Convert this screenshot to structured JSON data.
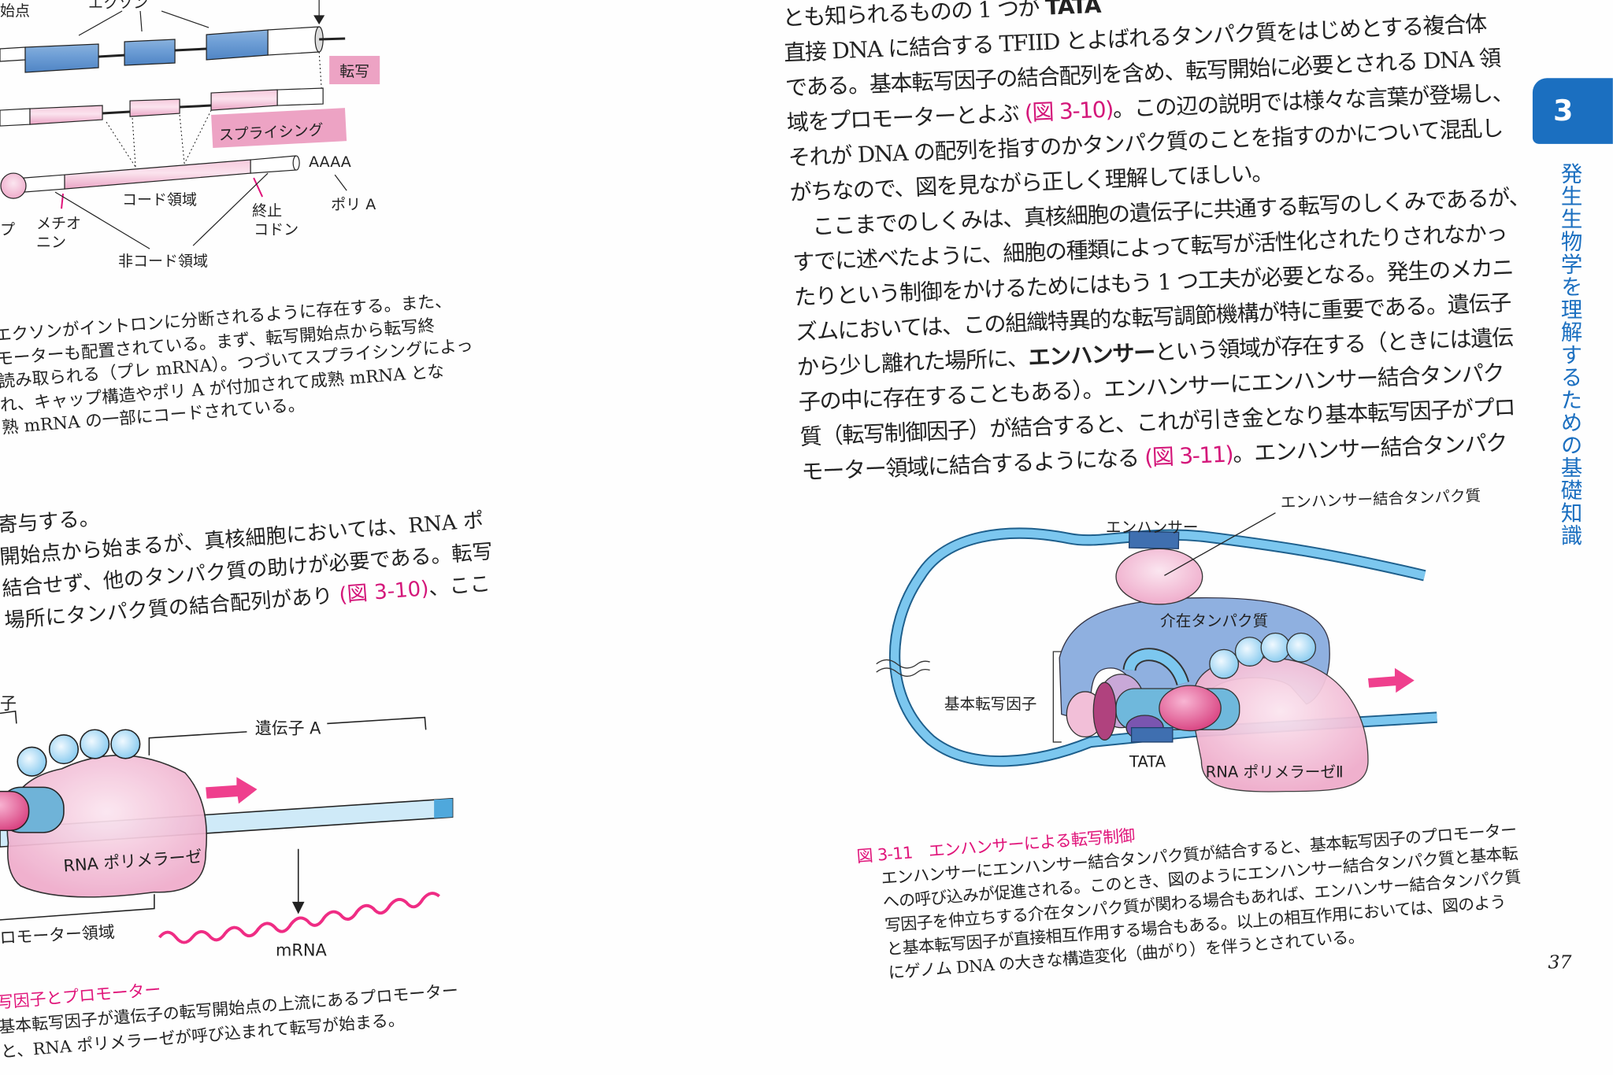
{
  "left_page": {
    "fig_top": {
      "start_label": "始点",
      "exon_label": "エクソン",
      "transcription_tag": "転写",
      "splicing_tag": "スプライシング",
      "polya_seq": "AAAA",
      "polya_label": "ポリ A",
      "coding_label": "コード領域",
      "methionine_label": [
        "メチオ",
        "ニン"
      ],
      "stop_codon_label": [
        "終止",
        "コドン"
      ],
      "noncoding_label": "非コード領域",
      "cap_label": "プ"
    },
    "caption_a": [
      [
        {
          "t": "エクソンがイントロンに分断されるように存在する。また、"
        }
      ],
      [
        {
          "t": "モーターも配置されている。まず、転写開始点から転写終"
        }
      ],
      [
        {
          "t": "読み取られる（プレ mRNA）。つづいてスプライシングによっ"
        }
      ],
      [
        {
          "t": "れ、キャップ構造やポリ A が付加されて成熟 mRNA とな"
        }
      ],
      [
        {
          "t": "熟 mRNA の一部にコードされている。"
        }
      ]
    ],
    "body_b": [
      [
        {
          "t": "寄与する。"
        }
      ],
      [
        {
          "t": "開始点から始まるが、真核細胞においては、RNA ポ"
        }
      ],
      [
        {
          "t": "結合せず、他のタンパク質の助けが必要である。転写"
        }
      ],
      [
        {
          "t": "場所にタンパク質の結合配列があり "
        },
        {
          "t": "(図 3-10)",
          "s": "ref"
        },
        {
          "t": "、ここ"
        }
      ]
    ],
    "fig_3_10": {
      "factor_label": "子",
      "gene_label": "遺伝子 A",
      "polymerase_label": "RNA ポリメラーゼ",
      "promoter_label": "ロモーター領域",
      "mrna_label": "mRNA"
    },
    "caption": {
      "title": "写因子とプロモーター",
      "lines": [
        [
          {
            "t": "基本転写因子が遺伝子の転写開始点の上流にあるプロモーター"
          }
        ],
        [
          {
            "t": "と、RNA ポリメラーゼが呼び込まれて転写が始まる。"
          }
        ]
      ]
    }
  },
  "right_page": {
    "body": [
      [
        {
          "t": "とも知られるものの 1 つが "
        },
        {
          "t": "TATA",
          "s": "bold"
        }
      ],
      [
        {
          "t": "直接 DNA に結合する TFIID とよばれるタンパク質をはじめとする複合体"
        }
      ],
      [
        {
          "t": "である。基本転写因子の結合配列を含め、転写開始に必要とされる DNA 領"
        }
      ],
      [
        {
          "t": "域をプロモーターとよぶ "
        },
        {
          "t": "(図 3-10)",
          "s": "ref"
        },
        {
          "t": "。この辺の説明では様々な言葉が登場し、"
        }
      ],
      [
        {
          "t": "それが DNA の配列を指すのかタンパク質のことを指すのかについて混乱し"
        }
      ],
      [
        {
          "t": "がちなので、図を見ながら正しく理解してほしい。"
        }
      ],
      [
        {
          "t": "　ここまでのしくみは、真核細胞の遺伝子に共通する転写のしくみであるが、"
        }
      ],
      [
        {
          "t": "すでに述べたように、細胞の種類によって転写が活性化されたりされなかっ"
        }
      ],
      [
        {
          "t": "たりという制御をかけるためにはもう 1 つ工夫が必要となる。発生のメカニ"
        }
      ],
      [
        {
          "t": "ズムにおいては、この組織特異的な転写調節機構が特に重要である。遺伝子"
        }
      ],
      [
        {
          "t": "から少し離れた場所に、"
        },
        {
          "t": "エンハンサー",
          "s": "bold"
        },
        {
          "t": "という領域が存在する（ときには遺伝"
        }
      ],
      [
        {
          "t": "子の中に存在することもある）。エンハンサーにエンハンサー結合タンパク"
        }
      ],
      [
        {
          "t": "質（転写制御因子）が結合すると、これが引き金となり基本転写因子がプロ"
        }
      ],
      [
        {
          "t": "モーター領域に結合するようになる "
        },
        {
          "t": "(図 3-11)",
          "s": "ref"
        },
        {
          "t": "。エンハンサー結合タンパク"
        }
      ]
    ],
    "fig_3_11": {
      "ebp_label": "エンハンサー結合タンパク質",
      "enhancer_label": "エンハンサー",
      "mediator_label": "介在タンパク質",
      "gtf_label": "基本転写因子",
      "tata_label": "TATA",
      "pol2_label": "RNA ポリメラーゼⅡ"
    },
    "caption": {
      "title": "図 3-11　エンハンサーによる転写制御",
      "lines": [
        [
          {
            "t": "エンハンサーにエンハンサー結合タンパク質が結合すると、基本転写因子のプロモーター"
          }
        ],
        [
          {
            "t": "への呼び込みが促進される。このとき、図のようにエンハンサー結合タンパク質と基本転"
          }
        ],
        [
          {
            "t": "写因子を仲立ちする介在タンパク質が関わる場合もあれば、エンハンサー結合タンパク質"
          }
        ],
        [
          {
            "t": "と基本転写因子が直接相互作用する場合もある。以上の相互作用においては、図のよう"
          }
        ],
        [
          {
            "t": "にゲノム DNA の大きな構造変化（曲がり）を伴うとされている。"
          }
        ]
      ]
    },
    "page_number": "37",
    "chapter_tab": "3",
    "chapter_title": "発生生物学を理解するための基礎知識"
  },
  "colors": {
    "accent_pink": "#e0147a",
    "chapter_blue": "#1b6fc0",
    "dna_blue": "#5bb8e8",
    "protein_pink": "#f2b8d2"
  }
}
